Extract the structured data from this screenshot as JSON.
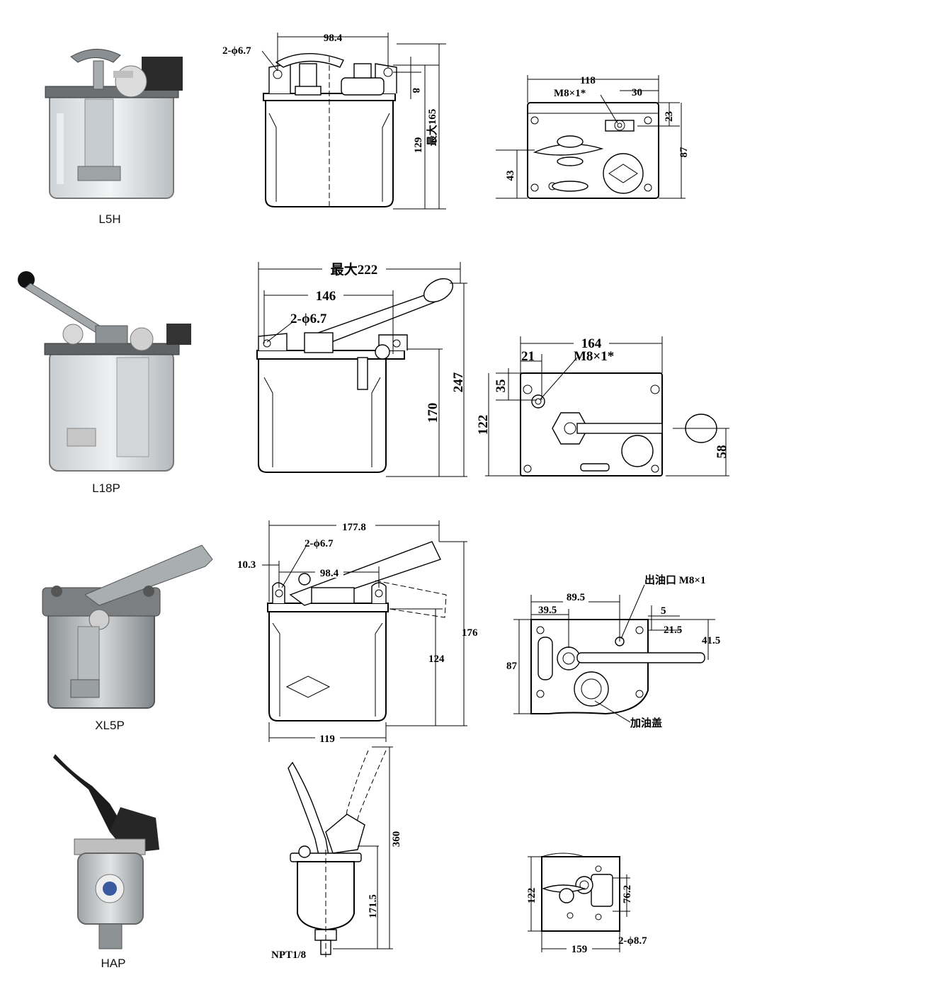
{
  "products": [
    {
      "model": "L5H",
      "side_view": {
        "dims": [
          "2-ϕ6.7",
          "98.4",
          "8",
          "129",
          "最大165"
        ]
      },
      "top_view": {
        "dims": [
          "118",
          "M8×1*",
          "30",
          "23",
          "87",
          "43"
        ]
      }
    },
    {
      "model": "L18P",
      "side_view": {
        "dims": [
          "最大222",
          "146",
          "2-ϕ6.7",
          "170",
          "247"
        ]
      },
      "top_view": {
        "dims": [
          "164",
          "21",
          "M8×1*",
          "35",
          "122",
          "58"
        ]
      }
    },
    {
      "model": "XL5P",
      "side_view": {
        "dims": [
          "177.8",
          "2-ϕ6.7",
          "10.3",
          "98.4",
          "176",
          "124",
          "119"
        ]
      },
      "top_view": {
        "dims": [
          "出油口 M8×1",
          "89.5",
          "39.5",
          "5",
          "21.5",
          "41.5",
          "87",
          "加油盖"
        ]
      }
    },
    {
      "model": "HAP",
      "side_view": {
        "dims": [
          "360",
          "171.5",
          "NPT1/8"
        ]
      },
      "top_view": {
        "dims": [
          "122",
          "76.2",
          "2-ϕ8.7",
          "159"
        ]
      }
    }
  ]
}
